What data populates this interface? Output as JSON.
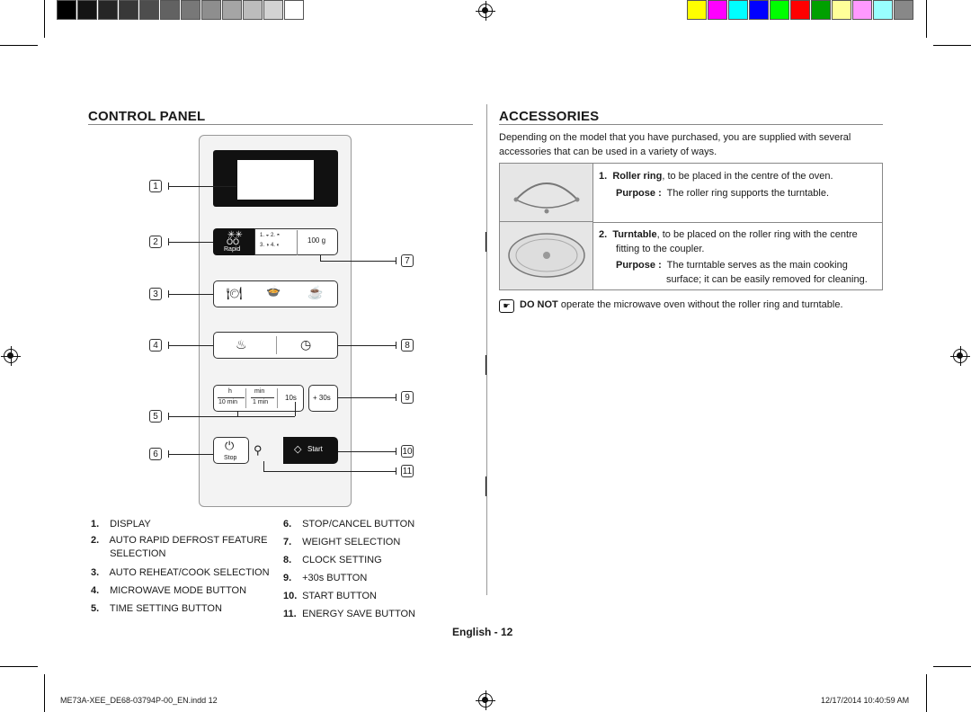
{
  "colors": {
    "gray_steps": [
      "#000000",
      "#141414",
      "#262626",
      "#383838",
      "#4d4d4d",
      "#626262",
      "#787878",
      "#8e8e8e",
      "#a5a5a5",
      "#bcbcbc",
      "#d3d3d3",
      "#ffffff"
    ],
    "color_steps": [
      "#ffff00",
      "#ff00ff",
      "#00ffff",
      "#0000ff",
      "#00ff00",
      "#ff0000",
      "#00a000",
      "#ffff99",
      "#ff99ff",
      "#99ffff",
      "#888888"
    ]
  },
  "control_panel": {
    "title": "CONTROL PANEL",
    "callouts": [
      "1",
      "2",
      "3",
      "4",
      "5",
      "6",
      "7",
      "8",
      "9",
      "10",
      "11"
    ],
    "labels": {
      "weight": "100 g",
      "rapid": "Rapid",
      "h": "h",
      "min": "min",
      "ten_min": "10 min",
      "one_min": "1 min",
      "ten_s": "10s",
      "plus30": "+ 30s",
      "stop": "Stop",
      "start": "Start"
    },
    "legend_left": [
      {
        "num": "1.",
        "text": "DISPLAY"
      },
      {
        "num": "2.",
        "text": "AUTO RAPID DEFROST FEATURE"
      },
      {
        "num": "",
        "text": "SELECTION"
      },
      {
        "num": "3.",
        "text": "AUTO REHEAT/COOK SELECTION"
      },
      {
        "num": "4.",
        "text": "MICROWAVE MODE BUTTON"
      },
      {
        "num": "5.",
        "text": "TIME SETTING BUTTON"
      }
    ],
    "legend_right": [
      {
        "num": "6.",
        "text": "STOP/CANCEL BUTTON"
      },
      {
        "num": "7.",
        "text": "WEIGHT SELECTION"
      },
      {
        "num": "8.",
        "text": "CLOCK SETTING"
      },
      {
        "num": "9.",
        "text": "+30s BUTTON"
      },
      {
        "num": "10.",
        "text": "START BUTTON"
      },
      {
        "num": "11.",
        "text": "ENERGY SAVE BUTTON"
      }
    ]
  },
  "accessories": {
    "title": "ACCESSORIES",
    "intro": "Depending on the model that you have purchased, you are supplied with several accessories that can be used in a variety of ways.",
    "items": [
      {
        "num": "1.",
        "name": "Roller ring",
        "desc": ", to be placed in the centre of the oven.",
        "purpose_label": "Purpose :",
        "purpose": "The roller ring supports the turntable.",
        "purpose2": ""
      },
      {
        "num": "2.",
        "name": "Turntable",
        "desc": ", to be placed on the roller ring with the centre",
        "desc2": "fitting to the coupler.",
        "purpose_label": "Purpose :",
        "purpose": "The turntable serves as the main cooking",
        "purpose2": "surface; it can be easily removed for cleaning."
      }
    ],
    "note_bold": "DO NOT",
    "note": "operate the microwave oven without the roller ring and turntable."
  },
  "page_label": "English - 12",
  "footer": {
    "file": "ME73A-XEE_DE68-03794P-00_EN.indd   12",
    "timestamp": "12/17/2014   10:40:59 AM"
  }
}
